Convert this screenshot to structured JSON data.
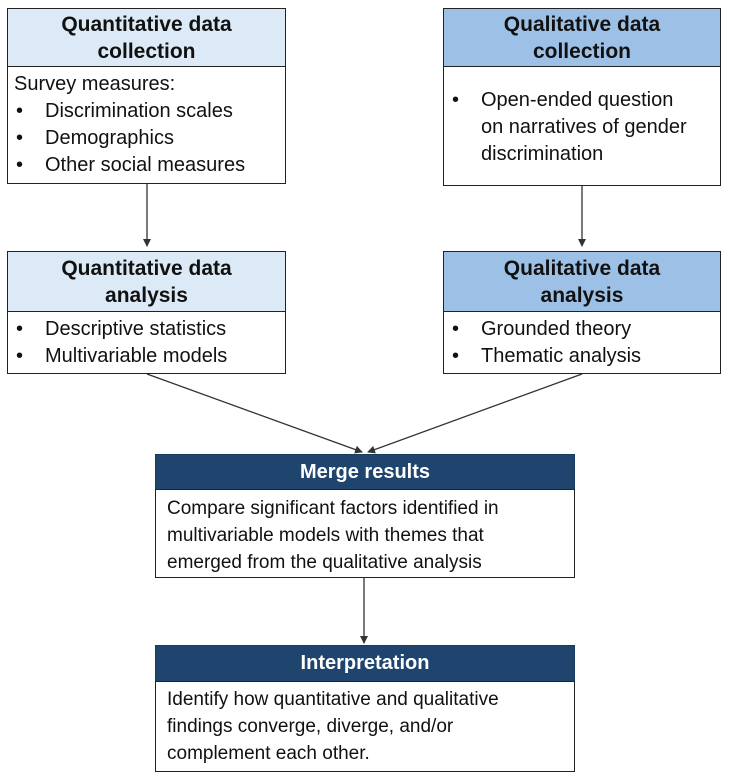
{
  "diagram": {
    "quant_collection": {
      "title_line1": "Quantitative data",
      "title_line2": "collection",
      "intro": "Survey measures:",
      "items": [
        "Discrimination scales",
        "Demographics",
        "Other social measures"
      ]
    },
    "qual_collection": {
      "title_line1": "Qualitative data",
      "title_line2": "collection",
      "items": [
        {
          "line1": "Open-ended question",
          "line2": "on narratives of gender",
          "line3": "discrimination"
        }
      ]
    },
    "quant_analysis": {
      "title_line1": "Quantitative data",
      "title_line2": "analysis",
      "items": [
        "Descriptive statistics",
        "Multivariable models"
      ]
    },
    "qual_analysis": {
      "title_line1": "Qualitative data",
      "title_line2": "analysis",
      "items": [
        "Grounded theory",
        "Thematic analysis"
      ]
    },
    "merge": {
      "title": "Merge results",
      "line1": "Compare significant factors identified in",
      "line2": "multivariable models with themes that",
      "line3": "emerged from the qualitative analysis"
    },
    "interpretation": {
      "title": "Interpretation",
      "line1": "Identify how quantitative and qualitative",
      "line2": "findings converge, diverge, and/or",
      "line3": "complement each other."
    },
    "bullet_glyph": "•",
    "colors": {
      "header_light": "#dce9f6",
      "header_mid": "#9dc1e6",
      "header_dark": "#1f456e",
      "border": "#222222",
      "arrow": "#333333"
    }
  }
}
